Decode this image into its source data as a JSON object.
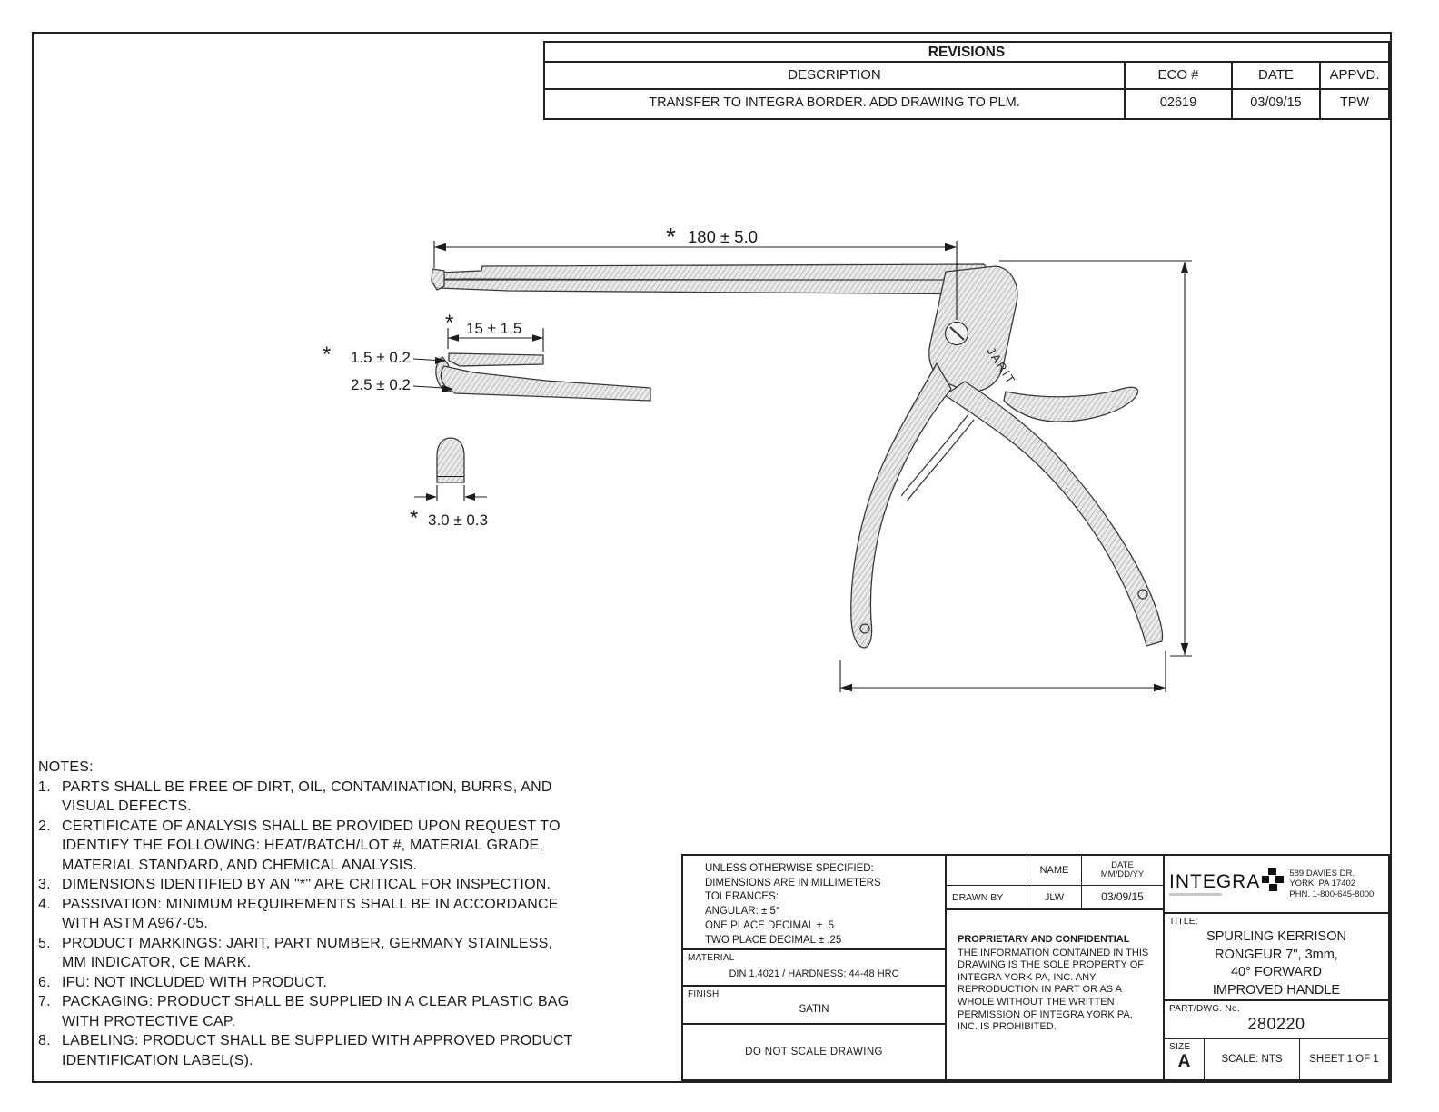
{
  "revisions": {
    "title": "REVISIONS",
    "col_description": "DESCRIPTION",
    "col_eco": "ECO #",
    "col_date": "DATE",
    "col_appvd": "APPVD.",
    "row": {
      "description": "TRANSFER TO INTEGRA BORDER. ADD DRAWING TO PLM.",
      "eco": "02619",
      "date": "03/09/15",
      "appvd": "TPW"
    }
  },
  "drawing": {
    "asterisk": "*",
    "dim_shaft_length": "180 ± 5.0",
    "dim_tip_length": "15 ± 1.5",
    "dim_tip_top": "1.5 ± 0.2",
    "dim_tip_bottom": "2.5 ± 0.2",
    "dim_profile_width": "3.0 ± 0.3",
    "handle_marking": "JARIT"
  },
  "notes": {
    "heading": "NOTES:",
    "items": [
      {
        "num": "1.",
        "lines": [
          "PARTS SHALL BE FREE OF DIRT, OIL, CONTAMINATION, BURRS, AND",
          "VISUAL DEFECTS."
        ]
      },
      {
        "num": "2.",
        "lines": [
          "CERTIFICATE OF ANALYSIS SHALL BE PROVIDED UPON REQUEST TO",
          "IDENTIFY THE FOLLOWING: HEAT/BATCH/LOT #, MATERIAL GRADE,",
          "MATERIAL STANDARD, AND CHEMICAL ANALYSIS."
        ]
      },
      {
        "num": "3.",
        "lines": [
          "DIMENSIONS IDENTIFIED BY AN \"*\" ARE CRITICAL FOR INSPECTION."
        ]
      },
      {
        "num": "4.",
        "lines": [
          "PASSIVATION: MINIMUM REQUIREMENTS SHALL BE IN ACCORDANCE",
          "WITH ASTM A967-05."
        ]
      },
      {
        "num": "5.",
        "lines": [
          "PRODUCT MARKINGS: JARIT, PART NUMBER, GERMANY STAINLESS,",
          "MM INDICATOR, CE MARK."
        ]
      },
      {
        "num": "6.",
        "lines": [
          "IFU: NOT INCLUDED WITH PRODUCT."
        ]
      },
      {
        "num": "7.",
        "lines": [
          "PACKAGING: PRODUCT SHALL BE SUPPLIED IN A CLEAR PLASTIC BAG",
          "WITH PROTECTIVE CAP."
        ]
      },
      {
        "num": "8.",
        "lines": [
          "LABELING: PRODUCT SHALL BE SUPPLIED WITH APPROVED PRODUCT",
          "IDENTIFICATION LABEL(S)."
        ]
      }
    ]
  },
  "title_block": {
    "tolerances": [
      "UNLESS OTHERWISE SPECIFIED:",
      "DIMENSIONS ARE IN MILLIMETERS",
      "TOLERANCES:",
      "ANGULAR: ± 5°",
      "ONE PLACE DECIMAL ± .5",
      "TWO PLACE DECIMAL ± .25"
    ],
    "material_label": "MATERIAL",
    "material_value": "DIN 1.4021 / HARDNESS: 44-48 HRC",
    "finish_label": "FINISH",
    "finish_value": "SATIN",
    "do_not_scale": "DO NOT SCALE DRAWING",
    "name_header": "NAME",
    "date_header_line1": "DATE",
    "date_header_line2": "MM/DD/YY",
    "drawn_by_label": "DRAWN BY",
    "drawn_by_name": "JLW",
    "drawn_by_date": "03/09/15",
    "proprietary_heading": "PROPRIETARY AND CONFIDENTIAL",
    "proprietary_body": "THE INFORMATION CONTAINED IN THIS DRAWING IS THE SOLE PROPERTY OF INTEGRA YORK PA, INC.  ANY REPRODUCTION IN PART OR AS A WHOLE WITHOUT THE WRITTEN PERMISSION OF INTEGRA YORK PA, INC. IS PROHIBITED.",
    "company_name": "INTEGRA",
    "company_address": [
      "589 DAVIES DR.",
      "YORK, PA 17402",
      "PHN. 1-800-645-8000"
    ],
    "title_label": "TITLE:",
    "title_lines": [
      "SPURLING KERRISON",
      "RONGEUR 7\", 3mm,",
      "40° FORWARD",
      "IMPROVED HANDLE"
    ],
    "part_label": "PART/DWG. No.",
    "part_number": "280220",
    "size_label": "SIZE",
    "size_value": "A",
    "scale_text": "SCALE: NTS",
    "sheet_text": "SHEET 1 OF 1"
  }
}
